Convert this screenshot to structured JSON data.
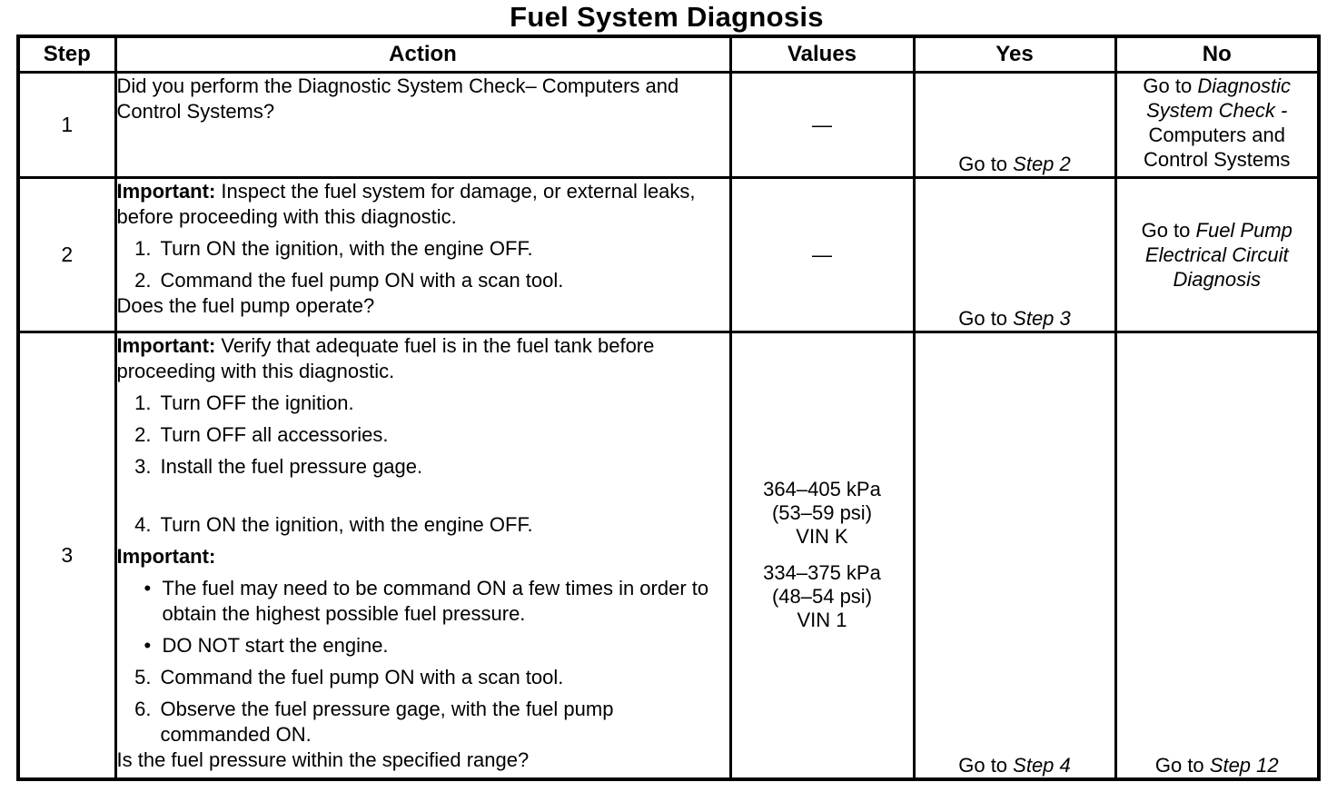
{
  "title": "Fuel System Diagnosis",
  "table": {
    "headers": {
      "step": "Step",
      "action": "Action",
      "values": "Values",
      "yes": "Yes",
      "no": "No"
    },
    "rows": [
      {
        "step": "1",
        "action": {
          "question": "Did you perform the Diagnostic System Check– Computers and Control Systems?"
        },
        "values": {
          "dash": "—"
        },
        "yes": {
          "go_to": "Go to ",
          "ref": "Step 2"
        },
        "no": {
          "go_to": "Go to ",
          "ref_lines": [
            "Diagnostic",
            "System Check -"
          ],
          "plain_lines": [
            "Computers and",
            "Control Systems"
          ]
        }
      },
      {
        "step": "2",
        "action": {
          "important_label": "Important:",
          "important_text": " Inspect the fuel system for damage, or external leaks, before proceeding with this diagnostic.",
          "steps": [
            {
              "num": "1.",
              "text": "Turn ON the ignition, with the engine OFF."
            },
            {
              "num": "2.",
              "text": "Command the fuel pump ON with a scan tool."
            }
          ],
          "question": "Does the fuel pump operate?"
        },
        "values": {
          "dash": "—"
        },
        "yes": {
          "go_to": "Go to ",
          "ref": "Step 3"
        },
        "no": {
          "go_to": "Go to ",
          "ref_lines": [
            "Fuel Pump",
            "Electrical Circuit",
            "Diagnosis"
          ]
        }
      },
      {
        "step": "3",
        "action": {
          "important_label": "Important:",
          "important_text": " Verify that adequate fuel is in the fuel tank before proceeding with this diagnostic.",
          "steps_a": [
            {
              "num": "1.",
              "text": "Turn OFF the ignition."
            },
            {
              "num": "2.",
              "text": "Turn OFF all accessories."
            },
            {
              "num": "3.",
              "text": "Install the fuel pressure gage."
            },
            {
              "num": "4.",
              "text": "Turn ON the ignition, with the engine OFF."
            }
          ],
          "important2_label": "Important:",
          "bullet_char": "•",
          "bullets": [
            "The fuel may need to be command ON a few times in order to obtain the highest possible fuel pressure.",
            "DO NOT start the engine."
          ],
          "steps_b": [
            {
              "num": "5.",
              "text": "Command the fuel pump ON with a scan tool."
            },
            {
              "num": "6.",
              "text": "Observe the fuel pressure gage, with the fuel pump commanded ON."
            }
          ],
          "question": "Is the fuel pressure within the specified range?"
        },
        "values": {
          "spec1": [
            "364–405 kPa",
            "(53–59 psi)",
            "VIN K"
          ],
          "spec2": [
            "334–375 kPa",
            "(48–54 psi)",
            "VIN 1"
          ]
        },
        "yes": {
          "go_to": "Go to ",
          "ref": "Step 4"
        },
        "no": {
          "go_to": "Go to ",
          "ref": "Step 12"
        }
      }
    ]
  }
}
